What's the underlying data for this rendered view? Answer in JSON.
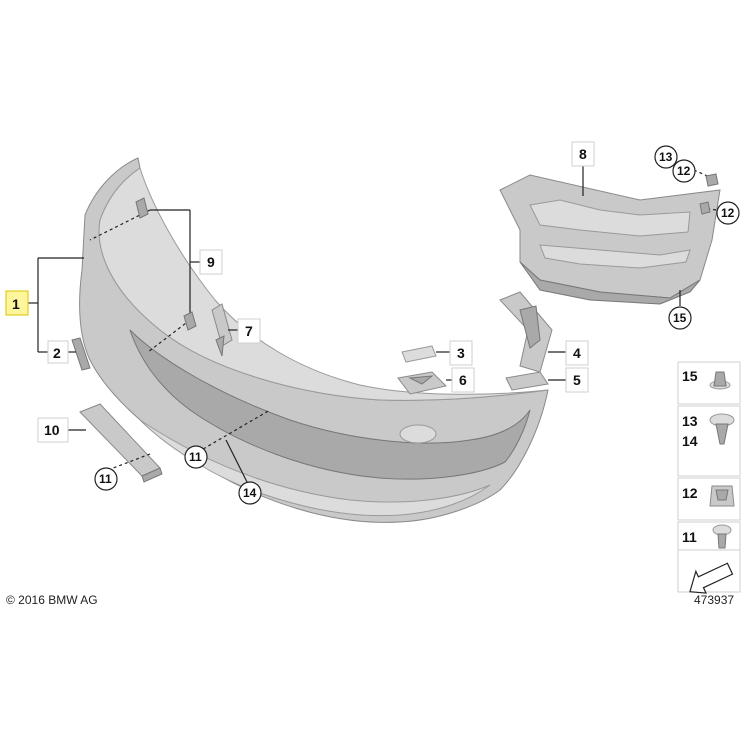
{
  "labels": {
    "l1": "1",
    "l2": "2",
    "l3": "3",
    "l4": "4",
    "l5": "5",
    "l6": "6",
    "l7": "7",
    "l8": "8",
    "l9": "9",
    "l10": "10",
    "c11a": "11",
    "c11b": "11",
    "c12a": "12",
    "c12b": "12",
    "c13": "13",
    "c14": "14",
    "c15": "15"
  },
  "legend": {
    "row1": "15",
    "row2a": "13",
    "row2b": "14",
    "row3": "12",
    "row4": "11"
  },
  "footer": {
    "copyright": "© 2016 BMW AG",
    "diagram_number": "473937"
  },
  "colors": {
    "part_fill": "#c9c9c9",
    "highlight": "#fff59d"
  }
}
